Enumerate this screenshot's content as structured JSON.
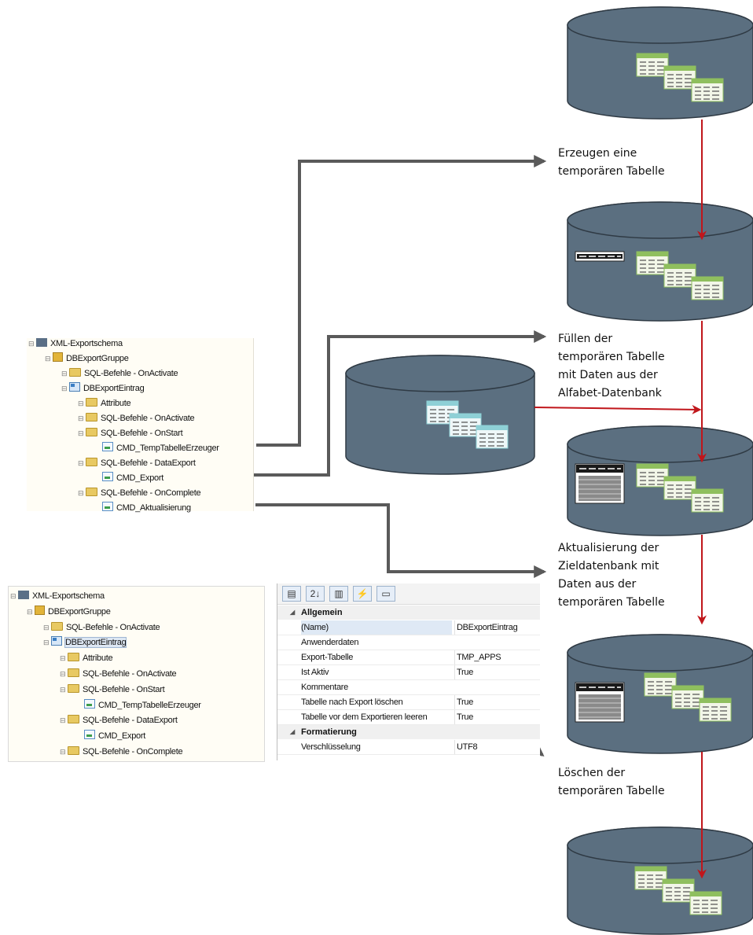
{
  "tree_top": {
    "items": [
      {
        "label": "XML-Exportschema",
        "level": 0,
        "icon": "schema-icon"
      },
      {
        "label": "DBExportGruppe",
        "level": 1,
        "icon": "group-icon"
      },
      {
        "label": "SQL-Befehle - OnActivate",
        "level": 2,
        "icon": "folder-icon"
      },
      {
        "label": "DBExportEintrag",
        "level": 2,
        "icon": "entry-icon"
      },
      {
        "label": "Attribute",
        "level": 3,
        "icon": "folder-icon"
      },
      {
        "label": "SQL-Befehle - OnActivate",
        "level": 3,
        "icon": "folder-icon"
      },
      {
        "label": "SQL-Befehle - OnStart",
        "level": 3,
        "icon": "folder-icon"
      },
      {
        "label": "CMD_TempTabelleErzeuger",
        "level": 4,
        "icon": "command-icon"
      },
      {
        "label": "SQL-Befehle - DataExport",
        "level": 3,
        "icon": "folder-icon"
      },
      {
        "label": "CMD_Export",
        "level": 4,
        "icon": "command-icon"
      },
      {
        "label": "SQL-Befehle - OnComplete",
        "level": 3,
        "icon": "folder-icon"
      },
      {
        "label": "CMD_Aktualisierung",
        "level": 4,
        "icon": "command-icon"
      }
    ]
  },
  "tree_bottom": {
    "items": [
      {
        "label": "XML-Exportschema",
        "level": 0,
        "icon": "schema-icon"
      },
      {
        "label": "DBExportGruppe",
        "level": 1,
        "icon": "group-icon"
      },
      {
        "label": "SQL-Befehle - OnActivate",
        "level": 2,
        "icon": "folder-icon"
      },
      {
        "label": "DBExportEintrag",
        "level": 2,
        "icon": "entry-icon",
        "selected": true
      },
      {
        "label": "Attribute",
        "level": 3,
        "icon": "folder-icon"
      },
      {
        "label": "SQL-Befehle - OnActivate",
        "level": 3,
        "icon": "folder-icon"
      },
      {
        "label": "SQL-Befehle - OnStart",
        "level": 3,
        "icon": "folder-icon"
      },
      {
        "label": "CMD_TempTabelleErzeuger",
        "level": 4,
        "icon": "command-icon"
      },
      {
        "label": "SQL-Befehle - DataExport",
        "level": 3,
        "icon": "folder-icon"
      },
      {
        "label": "CMD_Export",
        "level": 4,
        "icon": "command-icon"
      },
      {
        "label": "SQL-Befehle - OnComplete",
        "level": 3,
        "icon": "folder-icon"
      }
    ]
  },
  "property_grid": {
    "toolbar_icons": [
      "categorized-icon",
      "sort-alphabetical-icon",
      "properties-icon",
      "events-icon",
      "property-pages-icon"
    ],
    "toolbar_glyphs": [
      "▤",
      "2↓",
      "▥",
      "⚡",
      "▭"
    ],
    "categories": [
      {
        "label": "Allgemein",
        "rows": [
          {
            "name": "(Name)",
            "value": "DBExportEintrag",
            "selected": true
          },
          {
            "name": "Anwenderdaten",
            "value": ""
          },
          {
            "name": "Export-Tabelle",
            "value": "TMP_APPS"
          },
          {
            "name": "Ist Aktiv",
            "value": "True"
          },
          {
            "name": "Kommentare",
            "value": ""
          },
          {
            "name": "Tabelle nach Export löschen",
            "value": "True"
          },
          {
            "name": "Tabelle vor dem Exportieren leeren",
            "value": "True"
          }
        ]
      },
      {
        "label": "Formatierung",
        "rows": [
          {
            "name": "Verschlüsselung",
            "value": "UTF8"
          }
        ]
      }
    ]
  },
  "steps": [
    "Erzeugen eine\ntemporären Tabelle",
    "Füllen der\ntemporären Tabelle\nmit Daten aus der\nAlfabet-Datenbank",
    "Aktualisierung der\nZieldatenbank mit\nDaten aus der\ntemporären Tabelle",
    "Löschen der\ntemporären Tabelle"
  ],
  "colors": {
    "database_fill": "#5b6f80",
    "database_outline": "#2f3a44",
    "table_green": "#8fbf5e",
    "table_cyan": "#8ed0d6",
    "temp_table_dark": "#1a1a1a",
    "flow_arrow_red": "#c0161b",
    "connector_arrow_gray": "#5a5a5a",
    "tree_background": "#fffdf5"
  }
}
